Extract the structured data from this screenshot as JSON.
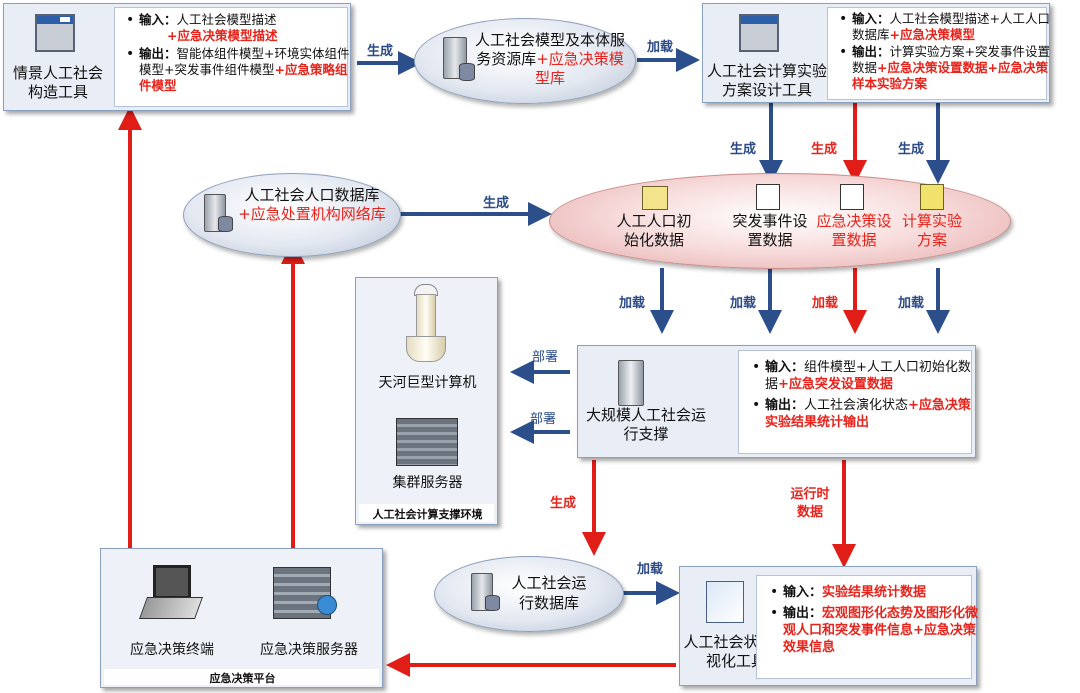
{
  "top_left_box": {
    "title": "情景人工社会构造工具",
    "input_label": "输入：",
    "input_text": "人工社会模型描述",
    "input_red": "+应急决策模型描述",
    "output_label": "输出：",
    "output_text": "智能体组件模型+环境实体组件模型+突发事件组件模型",
    "output_red": "+应急策略组件模型"
  },
  "resource_db": {
    "text": "人工社会模型及本体服务资源库",
    "red": "+应急决策模型库"
  },
  "top_right_box": {
    "title": "人工社会计算实验方案设计工具",
    "input_label": "输入：",
    "input_text": "人工社会模型描述+人工人口数据库",
    "input_red": "+应急决策模型",
    "output_label": "输出：",
    "output_text": "计算实验方案+突发事件设置数据",
    "output_red": "+应急决策设置数据+应急决策样本实验方案"
  },
  "population_db": {
    "text": "人工社会人口数据库",
    "red": "+应急处置机构网络库"
  },
  "data_ellipse": {
    "item1": "人工人口初始化数据",
    "item2": "突发事件设置数据",
    "item3": "应急决策设置数据",
    "item4": "计算实验方案"
  },
  "compute_env": {
    "supercomputer": "天河巨型计算机",
    "cluster": "集群服务器",
    "footer": "人工社会计算支撑环境"
  },
  "runtime_box": {
    "title": "大规模人工社会运行支撑",
    "input_label": "输入：",
    "input_text": "组件模型+人工人口初始化数据",
    "input_red": "+应急突发设置数据",
    "output_label": "输出：",
    "output_text": "人工社会演化状态",
    "output_red": "+应急决策实验结果统计输出"
  },
  "run_db": {
    "text": "人工社会运行数据库"
  },
  "viz_box": {
    "title": "人工社会状态可视化工具",
    "input_label": "输入：",
    "input_red": "实验结果统计数据",
    "output_label": "输出：",
    "output_red": "宏观图形化态势及图形化微观人口和突发事件信息+应急决策效果信息"
  },
  "platform": {
    "terminal": "应急决策终端",
    "server": "应急决策服务器",
    "footer": "应急决策平台"
  },
  "arrow_labels": {
    "generate": "生成",
    "load": "加载",
    "deploy": "部署",
    "runtime_data": "运行时数据"
  },
  "colors": {
    "blue_arrow": "#2c4f8c",
    "red_arrow": "#e11d17",
    "box_bg": "#e9eef6"
  }
}
